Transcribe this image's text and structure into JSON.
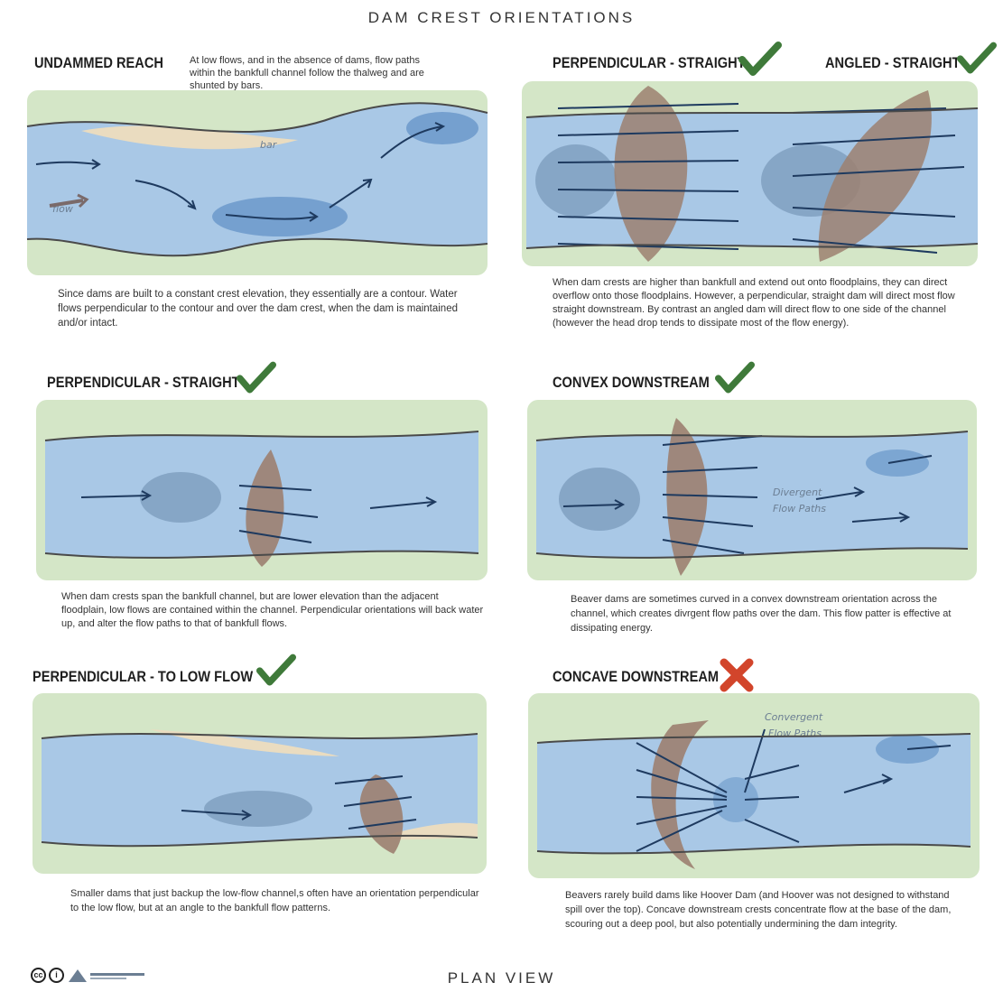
{
  "title": "DAM CREST ORIENTATIONS",
  "footer": "PLAN VIEW",
  "panels": {
    "undammed": {
      "title": "UNDAMMED REACH",
      "note": "At low flows, and in the absence of dams, flow paths within the bankfull channel follow the thalweg and are shunted by bars.",
      "label_bar": "bar",
      "label_flow": "flow",
      "caption": "Since dams are built to a constant crest elevation, they essentially are a contour. Water flows perpendicular to the contour and over the dam crest, when the dam is maintained and/or intact."
    },
    "top_right": {
      "title_a": "PERPENDICULAR - STRAIGHT",
      "title_b": "ANGLED - STRAIGHT",
      "caption": "When dam crests are higher than bankfull and extend out onto floodplains, they can direct overflow onto those floodplains. However, a perpendicular, straight dam will direct most flow straight downstream. By contrast an angled dam will direct flow to one side of the channel (however the head drop tends to dissipate most of the flow energy)."
    },
    "perp_straight": {
      "title": "PERPENDICULAR - STRAIGHT",
      "caption": "When dam crests span the bankfull channel, but are lower elevation than the adjacent floodplain, low flows are contained within the channel. Perpendicular orientations will back water up, and alter the flow paths to that of bankfull flows."
    },
    "convex": {
      "title": "CONVEX DOWNSTREAM",
      "label": "Divergent Flow Paths",
      "caption": "Beaver dams are sometimes curved in a convex downstream orientation across the channel, which creates divrgent flow paths over the dam.  This flow patter is effective at dissipating energy."
    },
    "perp_low": {
      "title": "PERPENDICULAR - TO LOW FLOW",
      "caption": "Smaller dams that just backup the low-flow channel,s often have an orientation perpendicular to the low flow, but at an angle to the bankfull flow patterns."
    },
    "concave": {
      "title": "CONCAVE DOWNSTREAM",
      "label": "Convergent Flow Paths",
      "caption": "Beavers rarely build dams like Hoover Dam (and Hoover was not designed to withstand spill over the top). Concave downstream crests concentrate flow at the base of the dam, scouring out a deep pool, but also potentially undermining the dam integrity."
    }
  },
  "colors": {
    "floodplain": "#d4e6c7",
    "water": "#a9c8e6",
    "water_deep": "#5f8fc4",
    "bank": "#4a4a4a",
    "dam": "#9c8070",
    "check": "#3f7a3a",
    "cross": "#d2452b",
    "arrow": "#1e3a5f"
  },
  "icons": [
    "check-icon",
    "cross-icon",
    "cc-icon",
    "attribution-icon",
    "logo-icon"
  ]
}
